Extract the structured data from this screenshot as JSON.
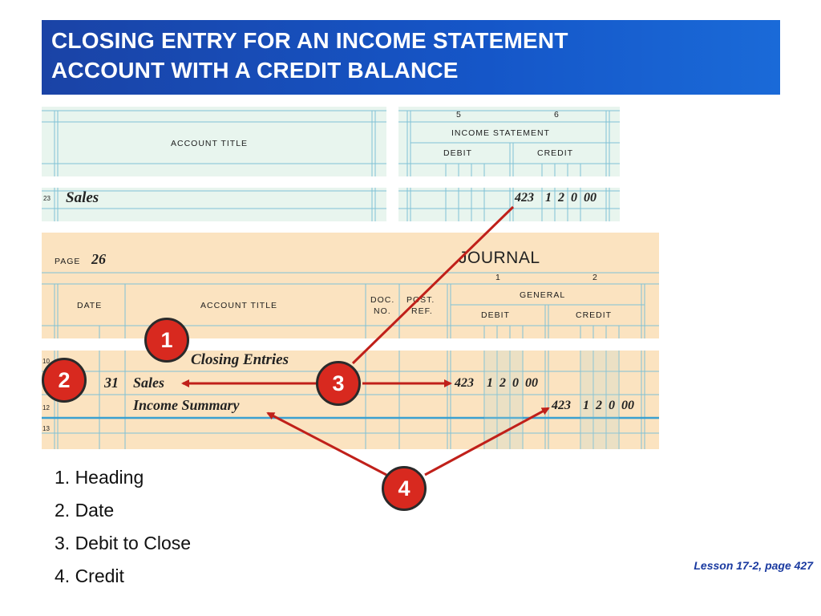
{
  "slide": {
    "title_line1": "CLOSING ENTRY FOR AN INCOME STATEMENT",
    "title_line2": "ACCOUNT WITH A CREDIT BALANCE",
    "footer": "Lesson 17-2, page 427"
  },
  "worksheet": {
    "column_numbers": [
      "5",
      "6"
    ],
    "header_account_title": "ACCOUNT TITLE",
    "header_income_statement": "INCOME STATEMENT",
    "header_debit": "DEBIT",
    "header_credit": "CREDIT",
    "row_number": "23",
    "row_account": "Sales",
    "row_amount_whole": "423",
    "row_amount_digits": [
      "1",
      "2",
      "0",
      "00"
    ]
  },
  "journal": {
    "page_label": "PAGE",
    "page_number": "26",
    "journal_word": "JOURNAL",
    "column_numbers": [
      "1",
      "2"
    ],
    "header_date": "DATE",
    "header_account_title": "ACCOUNT TITLE",
    "header_doc_1": "DOC.",
    "header_doc_2": "NO.",
    "header_post_1": "POST.",
    "header_post_2": "REF.",
    "header_general": "GENERAL",
    "header_debit": "DEBIT",
    "header_credit": "CREDIT",
    "row_numbers": [
      "10",
      "12",
      "13"
    ],
    "closing_entries": "Closing Entries",
    "date_day": "31",
    "sales_account": "Sales",
    "income_summary_account": "Income Summary",
    "debit_whole": "423",
    "debit_digits": [
      "1",
      "2",
      "0",
      "00"
    ],
    "credit_whole": "423",
    "credit_digits": [
      "1",
      "2",
      "0",
      "00"
    ]
  },
  "callouts": [
    "1",
    "2",
    "3",
    "4"
  ],
  "legend": [
    "1. Heading",
    "2. Date",
    "3. Debit to Close",
    "4. Credit"
  ],
  "colors": {
    "title_bg": "#1a4fb8",
    "worksheet_bg": "#e8f5ee",
    "journal_bg": "#fbe3c0",
    "rule_blue": "#7fc1d6",
    "callout_red": "#d8291f",
    "arrow_red": "#c0201a",
    "footer_blue": "#1a3aa0"
  }
}
